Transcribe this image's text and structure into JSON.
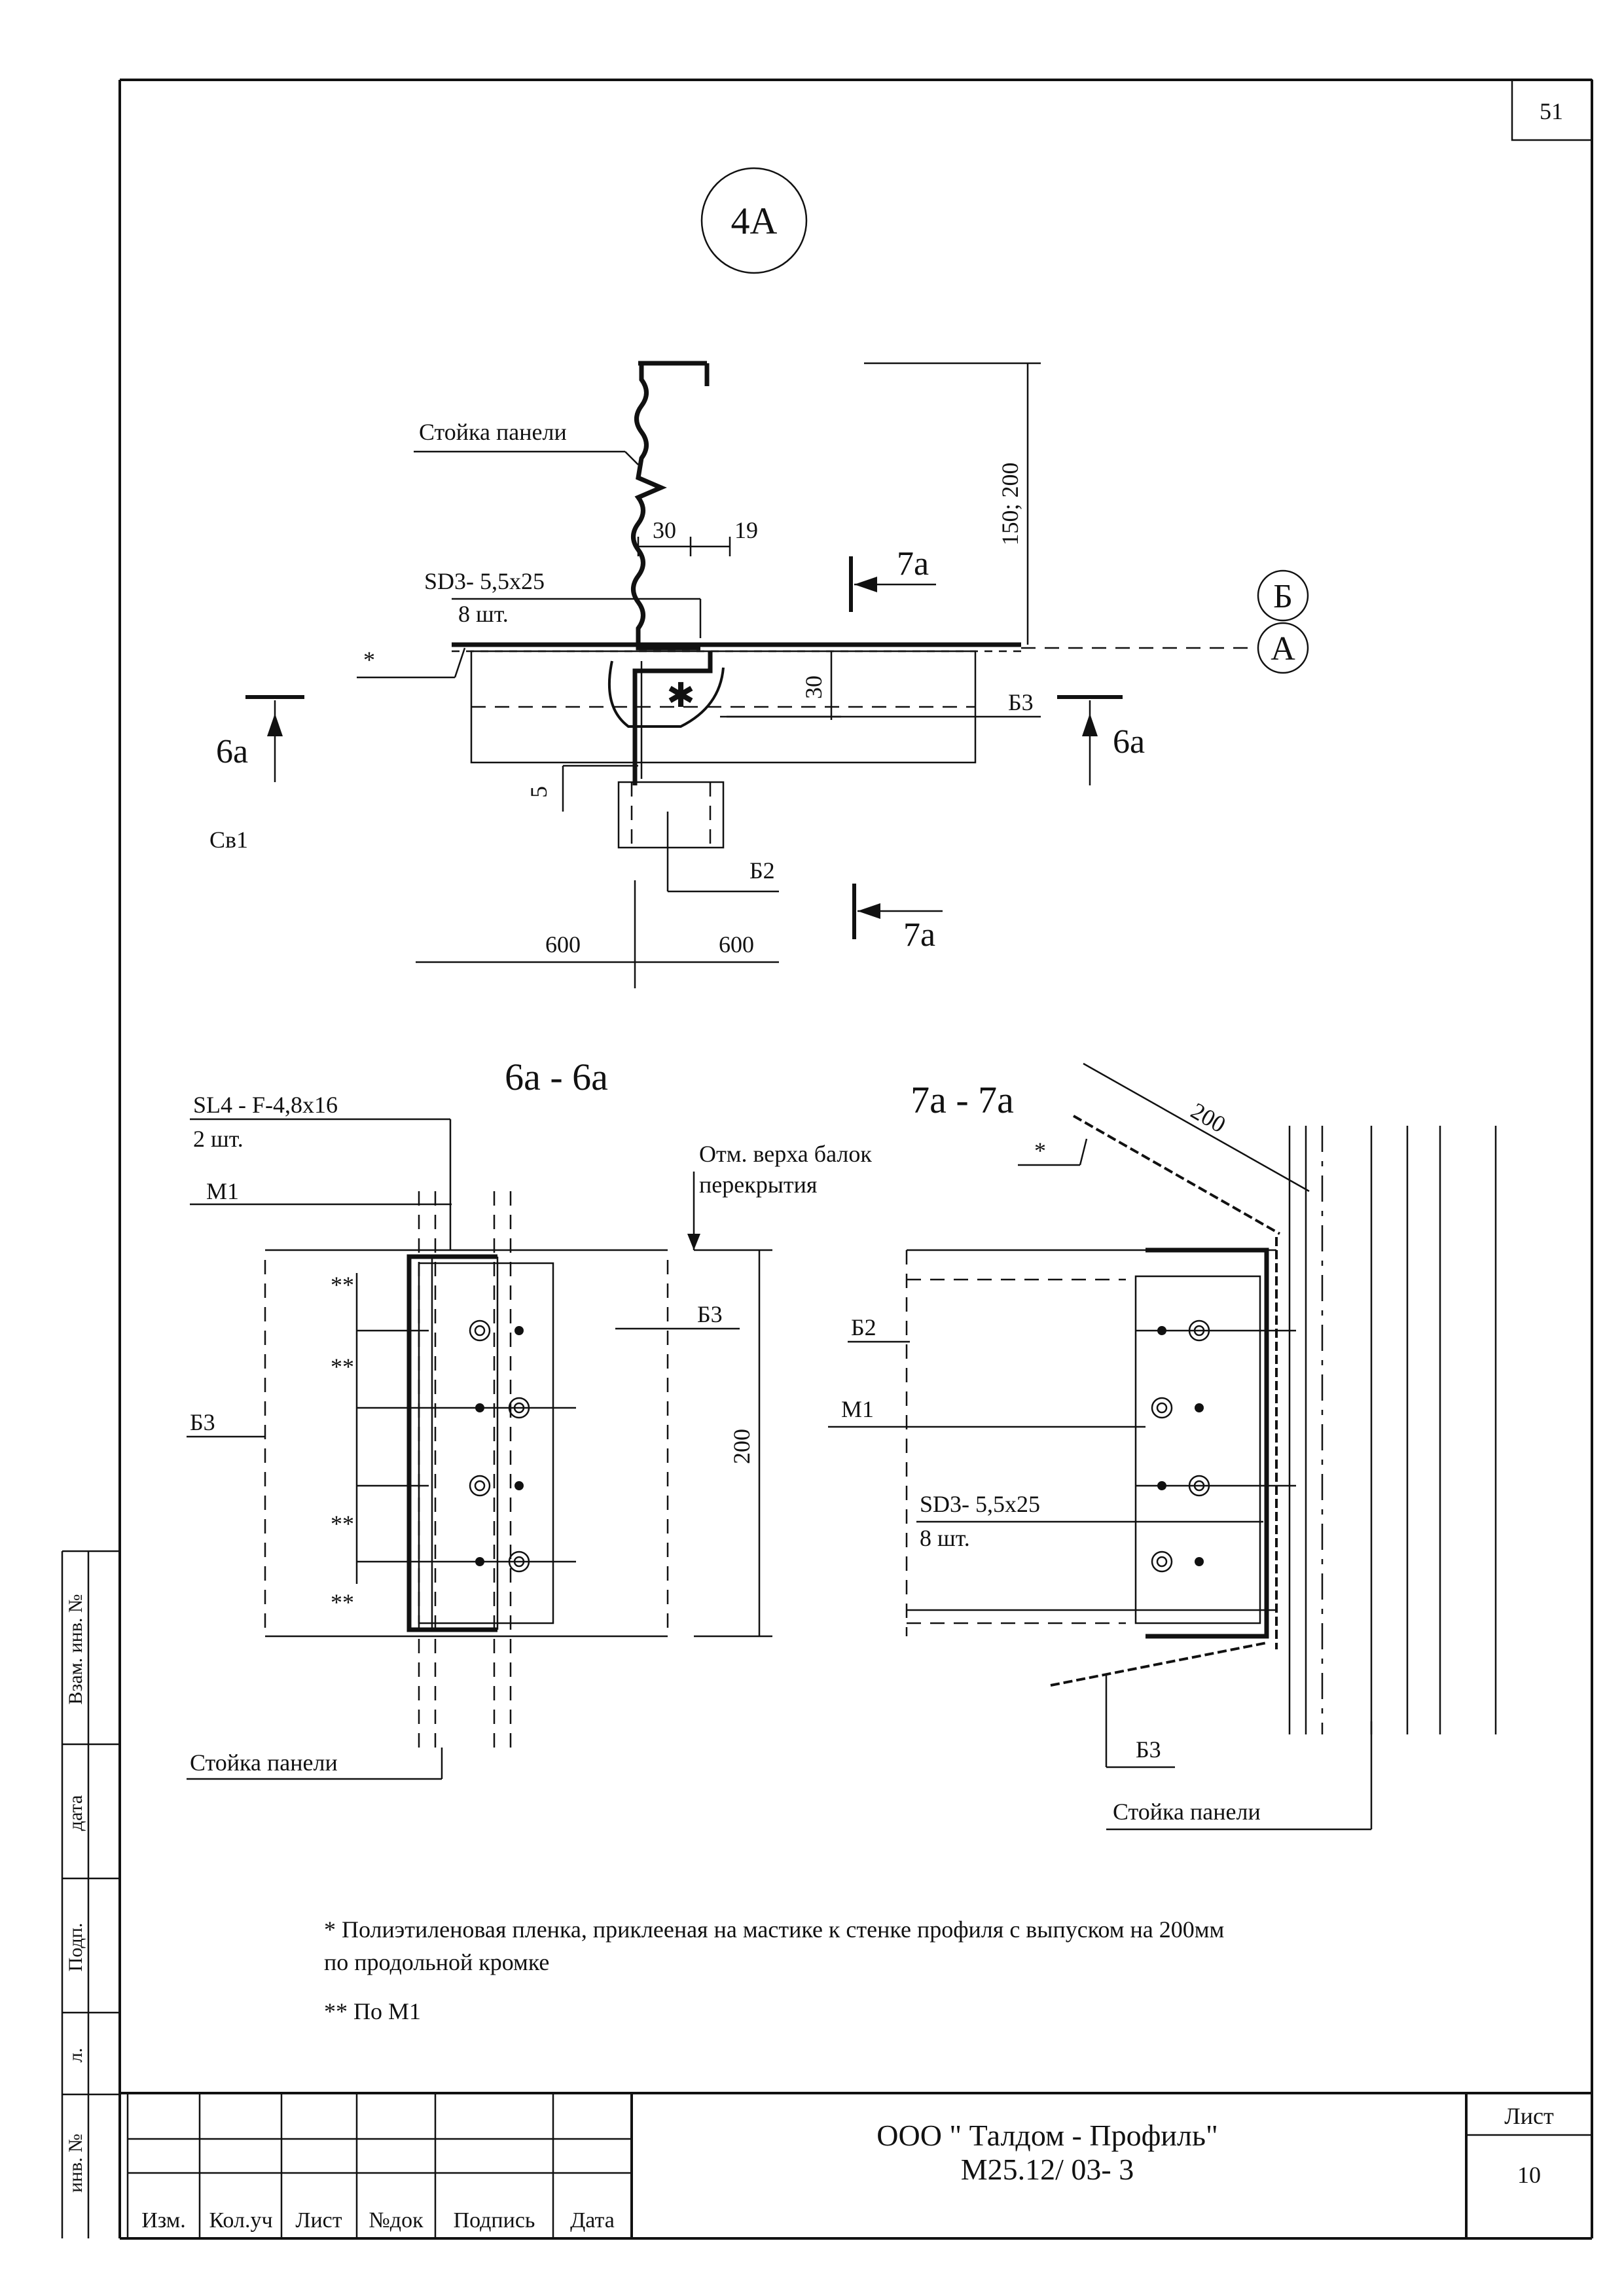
{
  "sheet": {
    "page_number": "51",
    "detail_marker": "4A"
  },
  "main_view": {
    "label_stoyka": "Стойка панели",
    "label_sd3": "SD3- 5,5х25",
    "label_sd3_qty": "8 шт.",
    "star": "*",
    "star_symbol": "✱",
    "dim_30_top": "30",
    "dim_19": "19",
    "dim_150_200": "150; 200",
    "dim_30_side": "30",
    "dim_5": "5",
    "dim_600_left": "600",
    "dim_600_right": "600",
    "axis_B": "Б",
    "axis_A": "А",
    "label_B3": "Б3",
    "label_B2": "Б2",
    "label_Sv1": "Св1",
    "section_6a_left": "6а",
    "section_6a_right": "6а",
    "section_7a_top": "7а",
    "section_7a_bottom": "7а"
  },
  "section_6a": {
    "title": "6а - 6а",
    "label_sl4": "SL4 - F-4,8х16",
    "label_sl4_qty": "2 шт.",
    "label_M1": "М1",
    "label_B3_left": "Б3",
    "label_B3_right": "Б3",
    "label_otm": "Отм. верха балок",
    "label_perekr": "перекрытия",
    "dim_200": "200",
    "label_stoyka": "Стойка панели",
    "stars": [
      "**",
      "**",
      "**",
      "**"
    ]
  },
  "section_7a": {
    "title": "7а - 7а",
    "dim_200": "200",
    "star": "*",
    "label_B2": "Б2",
    "label_M1": "М1",
    "label_sd3": "SD3- 5,5х25",
    "label_sd3_qty": "8 шт.",
    "label_B3": "Б3",
    "label_stoyka": "Стойка панели"
  },
  "notes": [
    "* Полиэтиленовая пленка, приклееная на мастике к стенке профиля с выпуском на 200мм",
    "по  продольной кромке",
    "** По М1"
  ],
  "title_block": {
    "cols": [
      "Изм.",
      "Кол.уч",
      "Лист",
      "№док",
      "Подпись",
      "Дата"
    ],
    "org": "ООО \" Талдом - Профиль\"",
    "code": "М25.12/ 03- 3",
    "sheet_label": "Лист",
    "sheet_num": "10"
  },
  "side_stamp": {
    "vzam": "Взам. инв. №",
    "data": "дата",
    "podp": "Подп.",
    "l": "л.",
    "inv": "инв. №"
  }
}
